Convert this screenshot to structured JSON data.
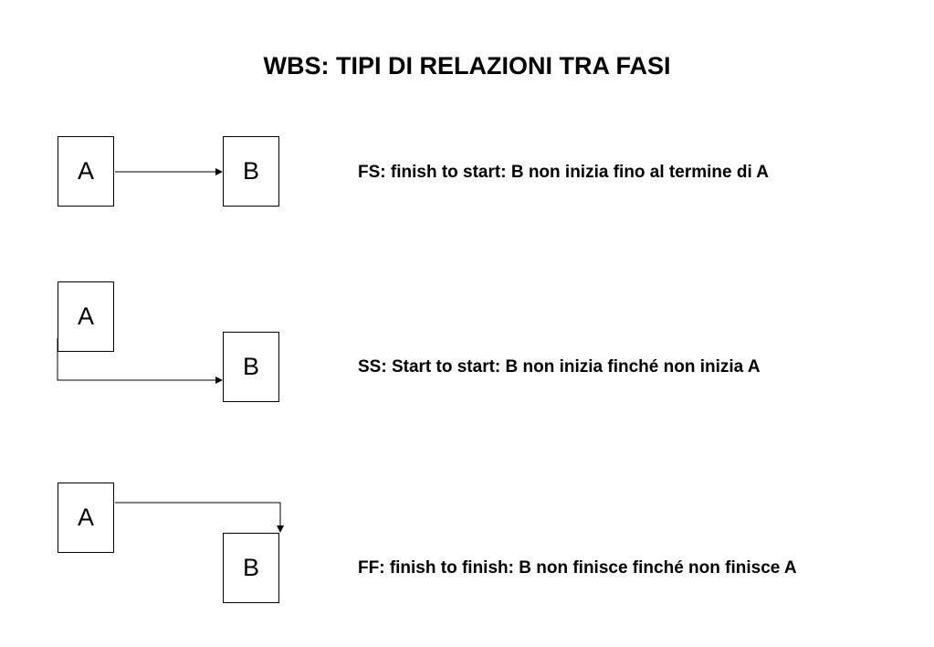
{
  "title": "WBS: TIPI DI RELAZIONI TRA FASI",
  "relations": [
    {
      "from_label": "A",
      "to_label": "B",
      "description": "FS: finish to start: B non inizia fino al termine di A"
    },
    {
      "from_label": "A",
      "to_label": "B",
      "description": "SS: Start to start: B non inizia finché non inizia A"
    },
    {
      "from_label": "A",
      "to_label": "B",
      "description": "FF: finish to finish: B non finisce finché non finisce A"
    }
  ]
}
